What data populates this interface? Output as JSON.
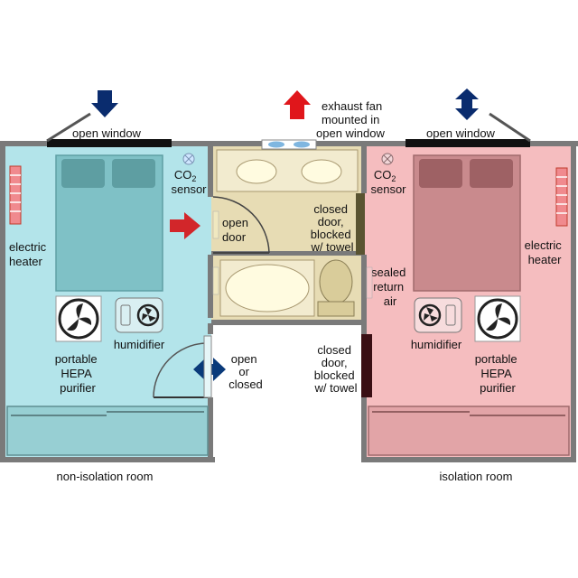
{
  "labels": {
    "open_window_left": "open window",
    "open_window_right": "open window",
    "exhaust_fan": [
      "exhaust fan",
      "mounted in",
      "open window"
    ],
    "co2_left": [
      "CO",
      "2",
      "sensor"
    ],
    "co2_right": [
      "CO",
      "2",
      "sensor"
    ],
    "electric_heater_left": [
      "electric",
      "heater"
    ],
    "electric_heater_right": [
      "electric",
      "heater"
    ],
    "open_door": [
      "open",
      "door"
    ],
    "closed_door_bath": [
      "closed",
      "door,",
      "blocked",
      "w/ towel"
    ],
    "sealed_return_air": [
      "sealed",
      "return",
      "air"
    ],
    "humidifier_left": "humidifier",
    "humidifier_right": "humidifier",
    "hepa_left": [
      "portable",
      "HEPA",
      "purifier"
    ],
    "hepa_right": [
      "portable",
      "HEPA",
      "purifier"
    ],
    "open_or_closed": [
      "open",
      "or",
      "closed"
    ],
    "closed_door_hall": [
      "closed",
      "door,",
      "blocked",
      "w/ towel"
    ],
    "non_isolation_room": "non-isolation room",
    "isolation_room": "isolation room"
  },
  "colors": {
    "left_room": "#b3e4ea",
    "right_room": "#f5bdbf",
    "bathroom": "#e7dcb4",
    "wall": "#7a7a7a",
    "arrow_blue": "#0a2c6e",
    "arrow_red": "#e0161b",
    "arrow_dark_red": "#c0392b",
    "window_black": "#111111"
  }
}
